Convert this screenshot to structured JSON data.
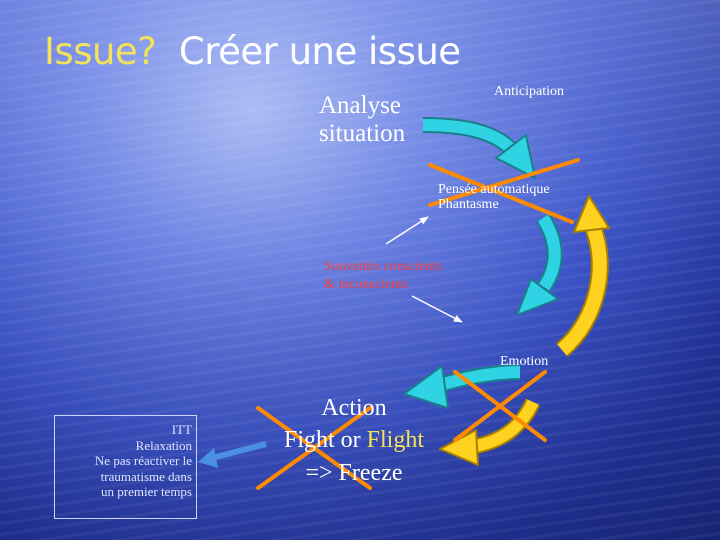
{
  "slide": {
    "title_question": "Issue?",
    "title_main": "Créer une issue",
    "analyse_line1": "Analyse",
    "analyse_line2": "situation",
    "anticipation": "Anticipation",
    "pensee_line1": "Pensée automatique",
    "pensee_line2": "Phantasme",
    "souvenirs_line1": "Souvenirs conscients",
    "souvenirs_line2": "& inconscients",
    "emotion": "Emotion",
    "action_line1": "Action",
    "action_fight": "Fight",
    "action_or": " or ",
    "action_flight": "Flight",
    "action_line3": "=> Freeze",
    "itt_lines": [
      "ITT",
      "Relaxation",
      "Ne pas réactiver le",
      "traumatisme dans",
      "un premier temps"
    ]
  },
  "colors": {
    "cyan_arrow": "#2fd3e3",
    "cyan_outline": "#1a7f8a",
    "yellow_arrow": "#ffd21f",
    "yellow_outline": "#a77f00",
    "cross": "#ff8a00",
    "souvenirs_text": "#ff3b3b",
    "flight_text": "#f4e35a",
    "left_arrow": "#4a90e2"
  }
}
